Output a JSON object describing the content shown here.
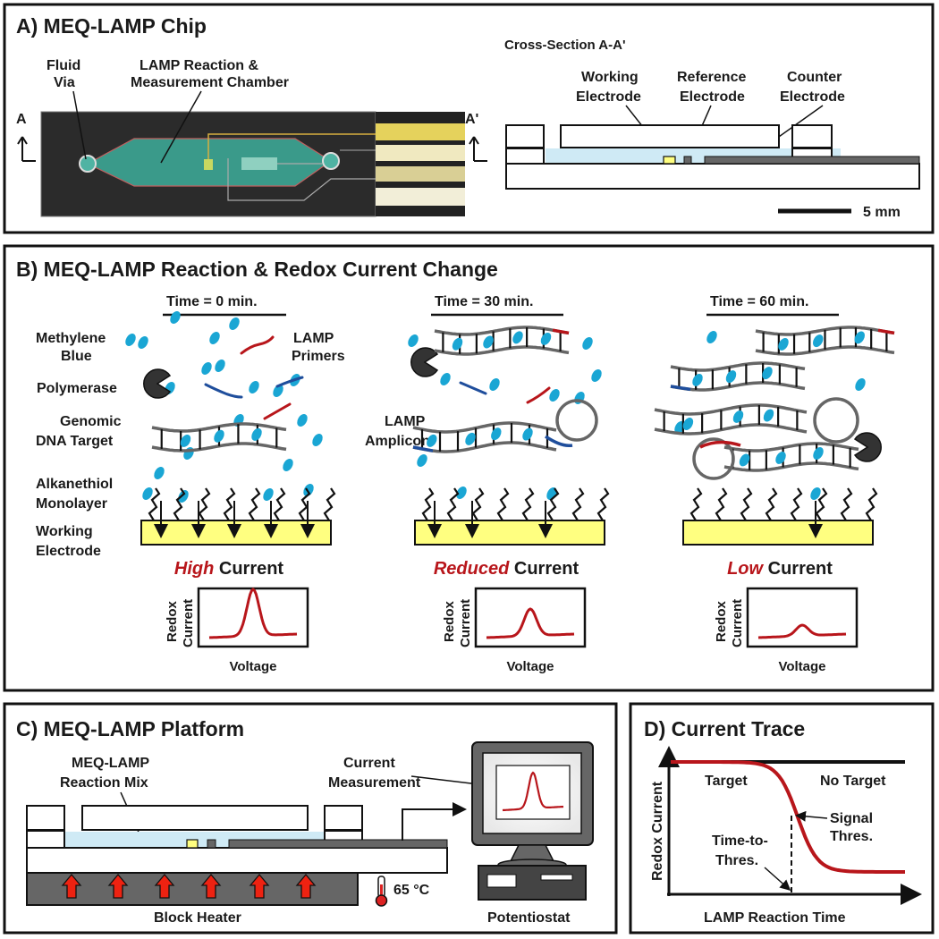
{
  "panelA": {
    "title": "A) MEQ-LAMP Chip",
    "fluid_via_l1": "Fluid",
    "fluid_via_l2": "Via",
    "chamber_l1": "LAMP Reaction &",
    "chamber_l2": "Measurement Chamber",
    "section_left": "A",
    "section_right": "A'",
    "cross_section_title": "Cross-Section A-A'",
    "working_l1": "Working",
    "working_l2": "Electrode",
    "reference_l1": "Reference",
    "reference_l2": "Electrode",
    "counter_l1": "Counter",
    "counter_l2": "Electrode",
    "scale_label": "5 mm"
  },
  "panelB": {
    "title": "B) MEQ-LAMP Reaction & Redox Current Change",
    "time0": "Time = 0 min.",
    "time30": "Time = 30 min.",
    "time60": "Time = 60 min.",
    "mb_l1": "Methylene",
    "mb_l2": "Blue",
    "primers_l1": "LAMP",
    "primers_l2": "Primers",
    "polymerase": "Polymerase",
    "genomic_l1": "Genomic",
    "genomic_l2": "DNA Target",
    "amplicon_l1": "LAMP",
    "amplicon_l2": "Amplicon",
    "monolayer_l1": "Alkanethiol",
    "monolayer_l2": "Monolayer",
    "electrode_l1": "Working",
    "electrode_l2": "Electrode",
    "cur_high_word": "High",
    "cur_reduced_word": "Reduced",
    "cur_low_word": "Low",
    "current_word": " Current",
    "plot_ylabel_l1": "Redox",
    "plot_ylabel_l2": "Current",
    "plot_xlabel": "Voltage"
  },
  "panelC": {
    "title": "C) MEQ-LAMP Platform",
    "mix_l1": "MEQ-LAMP",
    "mix_l2": "Reaction Mix",
    "meas_l1": "Current",
    "meas_l2": "Measurement",
    "temperature": "65 °C",
    "heater": "Block Heater",
    "potentiostat": "Potentiostat"
  },
  "panelD": {
    "title": "D) Current Trace",
    "ylabel": "Redox Current",
    "xlabel": "LAMP Reaction Time",
    "target": "Target",
    "no_target": "No Target",
    "signal_l1": "Signal",
    "signal_l2": "Thres.",
    "ttt_l1": "Time-to-",
    "ttt_l2": "Thres."
  },
  "colors": {
    "red": "#b8161b",
    "blue_dot": "#1aa6d4",
    "electrode_yellow": "#ffff80",
    "liquid": "#cfeaf5",
    "chip_green": "#3a9a8a",
    "primer_blue": "#1f4e9c"
  }
}
